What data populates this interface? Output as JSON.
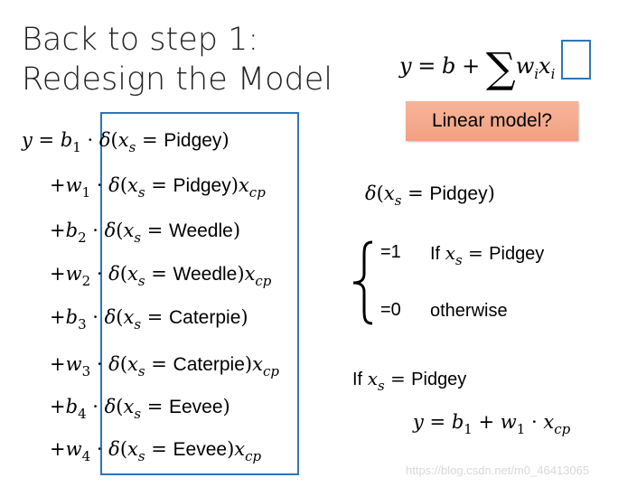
{
  "title": {
    "line1": "Back to step 1:",
    "line2": "Redesign the Model"
  },
  "top_formula": {
    "lhs": "y",
    "eq": "=",
    "b": "b",
    "plus": "+",
    "sigma": "∑",
    "w": "w",
    "w_sub": "i",
    "x": "x",
    "x_sub": "i"
  },
  "linear_label": "Linear model?",
  "model_rows": [
    {
      "prefix": "y = ",
      "coef": "b",
      "sub": "1",
      "species": "Pidgey",
      "xcp": false
    },
    {
      "prefix": "+",
      "coef": "w",
      "sub": "1",
      "species": "Pidgey",
      "xcp": true
    },
    {
      "prefix": "+",
      "coef": "b",
      "sub": "2",
      "species": "Weedle",
      "xcp": false
    },
    {
      "prefix": "+",
      "coef": "w",
      "sub": "2",
      "species": "Weedle",
      "xcp": true
    },
    {
      "prefix": "+",
      "coef": "b",
      "sub": "3",
      "species": "Caterpie",
      "xcp": false
    },
    {
      "prefix": "+",
      "coef": "w",
      "sub": "3",
      "species": "Caterpie",
      "xcp": true
    },
    {
      "prefix": "+",
      "coef": "b",
      "sub": "4",
      "species": "Eevee",
      "xcp": false
    },
    {
      "prefix": "+",
      "coef": "w",
      "sub": "4",
      "species": "Eevee",
      "xcp": true
    }
  ],
  "delta_def": {
    "species": "Pidgey",
    "one": "=1",
    "if_word": "If",
    "zero": "=0",
    "otherwise": "otherwise"
  },
  "if_clause": {
    "if_word": "If",
    "species": "Pidgey"
  },
  "watermark": "https://blog.csdn.net/m0_46413065",
  "colors": {
    "box_border": "#2e75b6",
    "linear_bg": "#f4a582",
    "watermark": "#d9d9d9"
  }
}
